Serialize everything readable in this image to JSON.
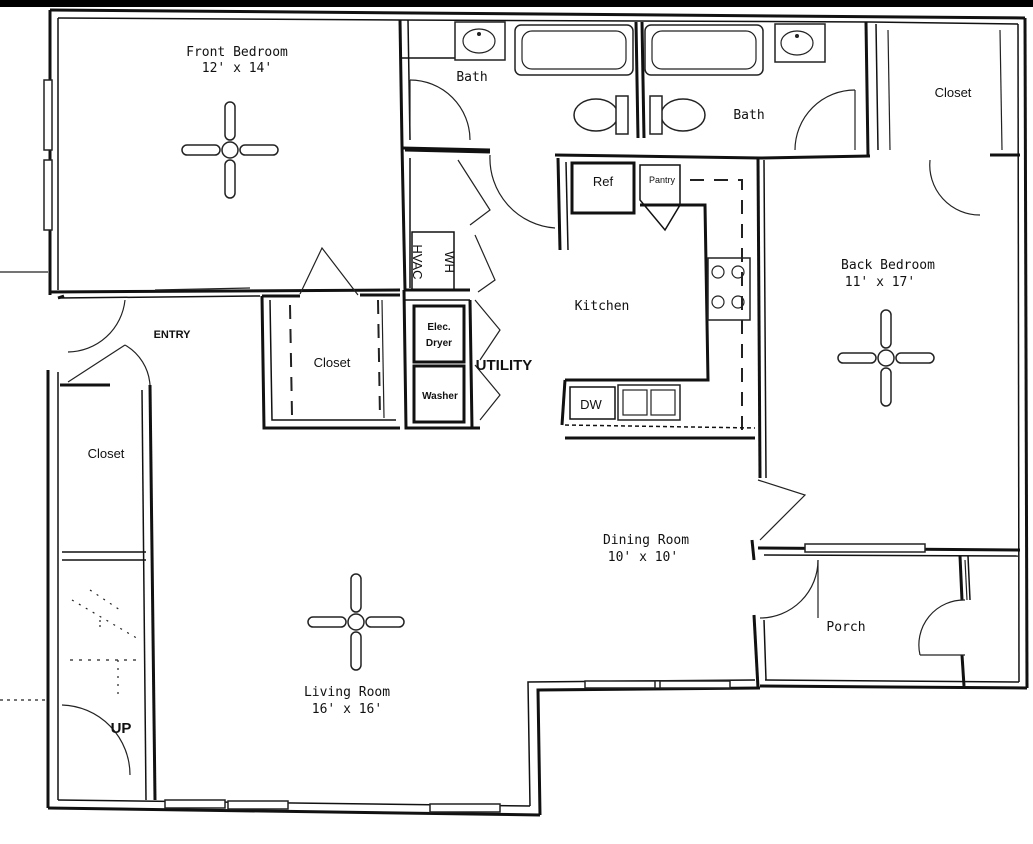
{
  "rooms": {
    "front_bedroom": {
      "name": "Front Bedroom",
      "size": "12' x 14'"
    },
    "bath_1": {
      "name": "Bath"
    },
    "bath_2": {
      "name": "Bath"
    },
    "closet_top_right": {
      "name": "Closet"
    },
    "back_bedroom": {
      "name": "Back Bedroom",
      "size": "11' x 17'"
    },
    "kitchen": {
      "name": "Kitchen"
    },
    "entry": {
      "name": "ENTRY"
    },
    "closet_center": {
      "name": "Closet"
    },
    "closet_left": {
      "name": "Closet"
    },
    "utility": {
      "name": "UTILITY"
    },
    "dining_room": {
      "name": "Dining Room",
      "size": "10' x 10'"
    },
    "living_room": {
      "name": "Living Room",
      "size": "16' x 16'"
    },
    "porch": {
      "name": "Porch"
    }
  },
  "fixtures": {
    "refrigerator": "Ref",
    "pantry": "Pantry",
    "dishwasher": "DW",
    "water_heater": "WH",
    "hvac": "HVAC",
    "dryer_line1": "Elec.",
    "dryer_line2": "Dryer",
    "washer": "Washer",
    "stairs": "UP"
  }
}
